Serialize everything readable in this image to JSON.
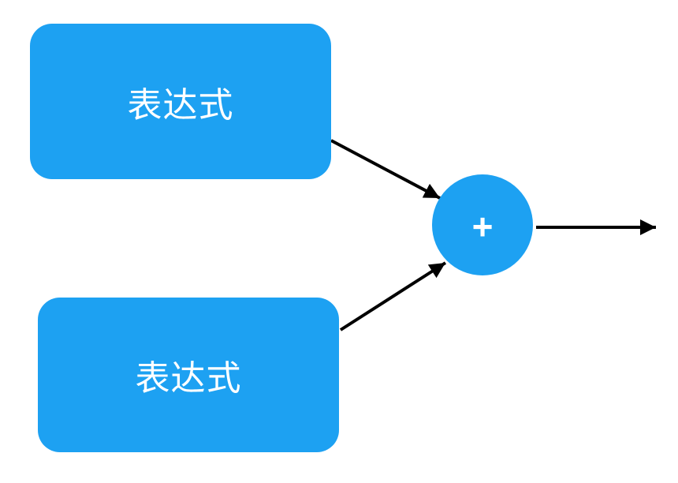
{
  "diagram": {
    "description": "flow diagram: two expression boxes feed into a plus operator node which outputs to the right",
    "colors": {
      "background": "#ffffff",
      "node_fill": "#1da1f2",
      "node_text": "#ffffff",
      "arrow": "#000000"
    },
    "nodes": [
      {
        "id": "expression-top",
        "type": "rounded-box",
        "label": "表达式"
      },
      {
        "id": "expression-bottom",
        "type": "rounded-box",
        "label": "表达式"
      },
      {
        "id": "plus-operator",
        "type": "circle",
        "label": "+"
      }
    ],
    "edges": [
      {
        "from": "expression-top",
        "to": "plus-operator",
        "style": "arrow"
      },
      {
        "from": "expression-bottom",
        "to": "plus-operator",
        "style": "arrow"
      },
      {
        "from": "plus-operator",
        "to": "output-right",
        "style": "arrow"
      }
    ]
  }
}
